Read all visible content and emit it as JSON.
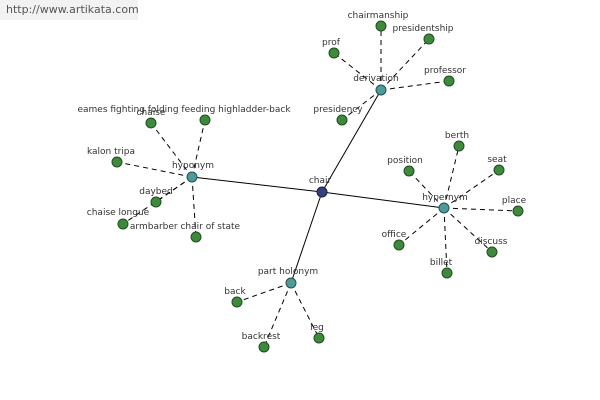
{
  "watermark": "http://www.artikata.com",
  "colors": {
    "center": "#34407e",
    "relation": "#4e9a98",
    "leaf": "#3d8a3d",
    "edge": "#000000",
    "background": "#ffffff"
  },
  "center": {
    "id": "chair",
    "label": "chair"
  },
  "relations": [
    {
      "id": "derivation",
      "label": "derivation",
      "terms": [
        "chairmanship",
        "presidentship",
        "prof",
        "professor",
        "presidency"
      ]
    },
    {
      "id": "hyponym",
      "label": "hyponym",
      "terms": [
        "eames fighting folding feeding highladder-back",
        "chaise",
        "kalon tripa",
        "daybed",
        "chaise longue",
        "armbarber chair of state"
      ]
    },
    {
      "id": "hypernym",
      "label": "hypernym",
      "terms": [
        "berth",
        "position",
        "seat",
        "place",
        "office",
        "discuss",
        "billet"
      ]
    },
    {
      "id": "part-holonym",
      "label": "part holonym",
      "terms": [
        "back",
        "backrest",
        "leg"
      ]
    }
  ]
}
